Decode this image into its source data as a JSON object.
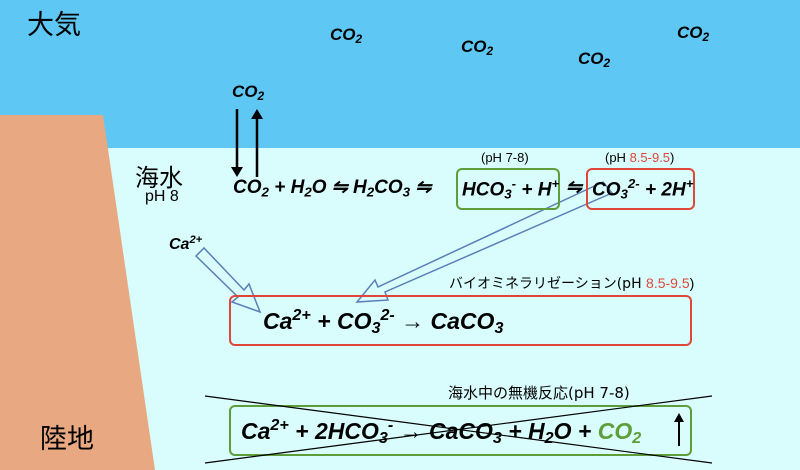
{
  "labels": {
    "atmosphere": "大気",
    "seawater": "海水",
    "seawater_ph": "pH 8",
    "land": "陸地"
  },
  "atm_co2": [
    "CO",
    "2"
  ],
  "ca_ion": "Ca2+",
  "equation": {
    "co2": "CO2",
    "plus1": "+",
    "h2o": "H2O",
    "eq1": "⇋",
    "h2co3": "H2CO3",
    "eq2": "⇋",
    "hco3": "HCO3- + H+",
    "eq3": "⇋",
    "co3": "CO32- + 2H+"
  },
  "ph_labels": {
    "hco3_open": "(pH ",
    "hco3_range": "7-8",
    "hco3_close": ")",
    "co3_open": "(pH ",
    "co3_range": "8.5-9.5",
    "co3_close": ")"
  },
  "biomineralization": {
    "text": "バイオミネラリゼーション(pH ",
    "range": "8.5-9.5",
    "close": ")",
    "reaction": "Ca2+ + CO32- → CaCO3"
  },
  "inorganic": {
    "text": "海水中の無機反応(pH 7-8)",
    "reaction": "Ca2+ + 2HCO3- → CaCO3 + H2O + CO2"
  },
  "colors": {
    "atmosphere": "#5ec7f4",
    "seawater": "#d9fcfc",
    "land": "#e8a982",
    "green_box": "#5e9e3a",
    "red_box": "#e0453a",
    "arrow_outline": "#5b7fb8"
  }
}
